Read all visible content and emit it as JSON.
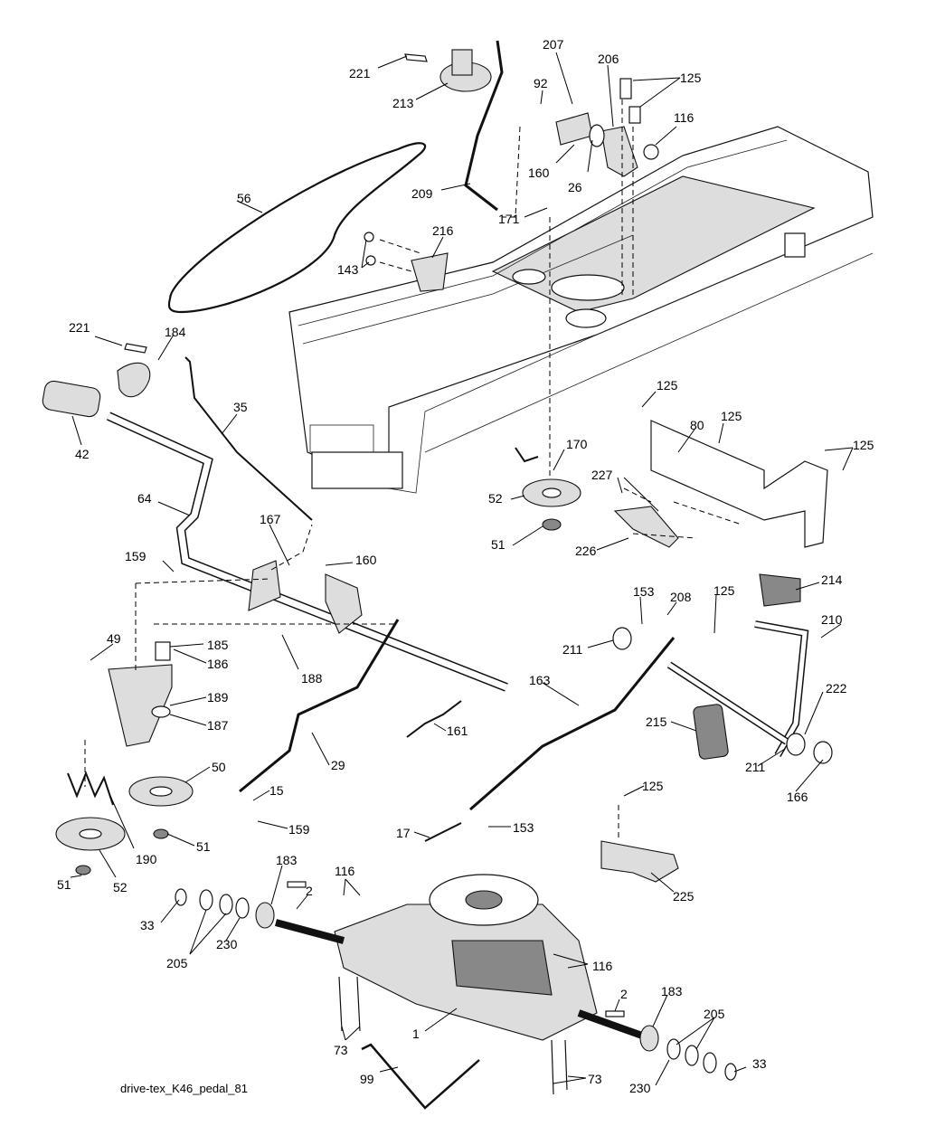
{
  "caption": "drive-tex_K46_pedal_81",
  "callouts": [
    {
      "id": "221a",
      "text": "221"
    },
    {
      "id": "213",
      "text": "213"
    },
    {
      "id": "207",
      "text": "207"
    },
    {
      "id": "206",
      "text": "206"
    },
    {
      "id": "125a",
      "text": "125"
    },
    {
      "id": "92",
      "text": "92"
    },
    {
      "id": "116a",
      "text": "116"
    },
    {
      "id": "160a",
      "text": "160"
    },
    {
      "id": "26",
      "text": "26"
    },
    {
      "id": "56",
      "text": "56"
    },
    {
      "id": "209",
      "text": "209"
    },
    {
      "id": "171",
      "text": "171"
    },
    {
      "id": "216",
      "text": "216"
    },
    {
      "id": "143",
      "text": "143"
    },
    {
      "id": "221b",
      "text": "221"
    },
    {
      "id": "184",
      "text": "184"
    },
    {
      "id": "35",
      "text": "35"
    },
    {
      "id": "42",
      "text": "42"
    },
    {
      "id": "125b",
      "text": "125"
    },
    {
      "id": "125c",
      "text": "125"
    },
    {
      "id": "80",
      "text": "80"
    },
    {
      "id": "125d",
      "text": "125"
    },
    {
      "id": "170",
      "text": "170"
    },
    {
      "id": "227",
      "text": "227"
    },
    {
      "id": "52a",
      "text": "52"
    },
    {
      "id": "64",
      "text": "64"
    },
    {
      "id": "51a",
      "text": "51"
    },
    {
      "id": "226",
      "text": "226"
    },
    {
      "id": "167",
      "text": "167"
    },
    {
      "id": "160b",
      "text": "160"
    },
    {
      "id": "159a",
      "text": "159"
    },
    {
      "id": "214",
      "text": "214"
    },
    {
      "id": "153a",
      "text": "153"
    },
    {
      "id": "208",
      "text": "208"
    },
    {
      "id": "125e",
      "text": "125"
    },
    {
      "id": "210",
      "text": "210"
    },
    {
      "id": "49",
      "text": "49"
    },
    {
      "id": "185",
      "text": "185"
    },
    {
      "id": "211a",
      "text": "211"
    },
    {
      "id": "186",
      "text": "186"
    },
    {
      "id": "188",
      "text": "188"
    },
    {
      "id": "189",
      "text": "189"
    },
    {
      "id": "163",
      "text": "163"
    },
    {
      "id": "222",
      "text": "222"
    },
    {
      "id": "187",
      "text": "187"
    },
    {
      "id": "215",
      "text": "215"
    },
    {
      "id": "161",
      "text": "161"
    },
    {
      "id": "50",
      "text": "50"
    },
    {
      "id": "29",
      "text": "29"
    },
    {
      "id": "211b",
      "text": "211"
    },
    {
      "id": "166",
      "text": "166"
    },
    {
      "id": "15",
      "text": "15"
    },
    {
      "id": "125f",
      "text": "125"
    },
    {
      "id": "159b",
      "text": "159"
    },
    {
      "id": "153b",
      "text": "153"
    },
    {
      "id": "17",
      "text": "17"
    },
    {
      "id": "190",
      "text": "190"
    },
    {
      "id": "51b",
      "text": "51"
    },
    {
      "id": "225",
      "text": "225"
    },
    {
      "id": "52b",
      "text": "52"
    },
    {
      "id": "183a",
      "text": "183"
    },
    {
      "id": "116b",
      "text": "116"
    },
    {
      "id": "51c",
      "text": "51"
    },
    {
      "id": "2a",
      "text": "2"
    },
    {
      "id": "33a",
      "text": "33"
    },
    {
      "id": "205a",
      "text": "205"
    },
    {
      "id": "230a",
      "text": "230"
    },
    {
      "id": "116c",
      "text": "116"
    },
    {
      "id": "183b",
      "text": "183"
    },
    {
      "id": "2b",
      "text": "2"
    },
    {
      "id": "205b",
      "text": "205"
    },
    {
      "id": "1",
      "text": "1"
    },
    {
      "id": "73a",
      "text": "73"
    },
    {
      "id": "33b",
      "text": "33"
    },
    {
      "id": "99",
      "text": "99"
    },
    {
      "id": "73b",
      "text": "73"
    },
    {
      "id": "230b",
      "text": "230"
    }
  ]
}
